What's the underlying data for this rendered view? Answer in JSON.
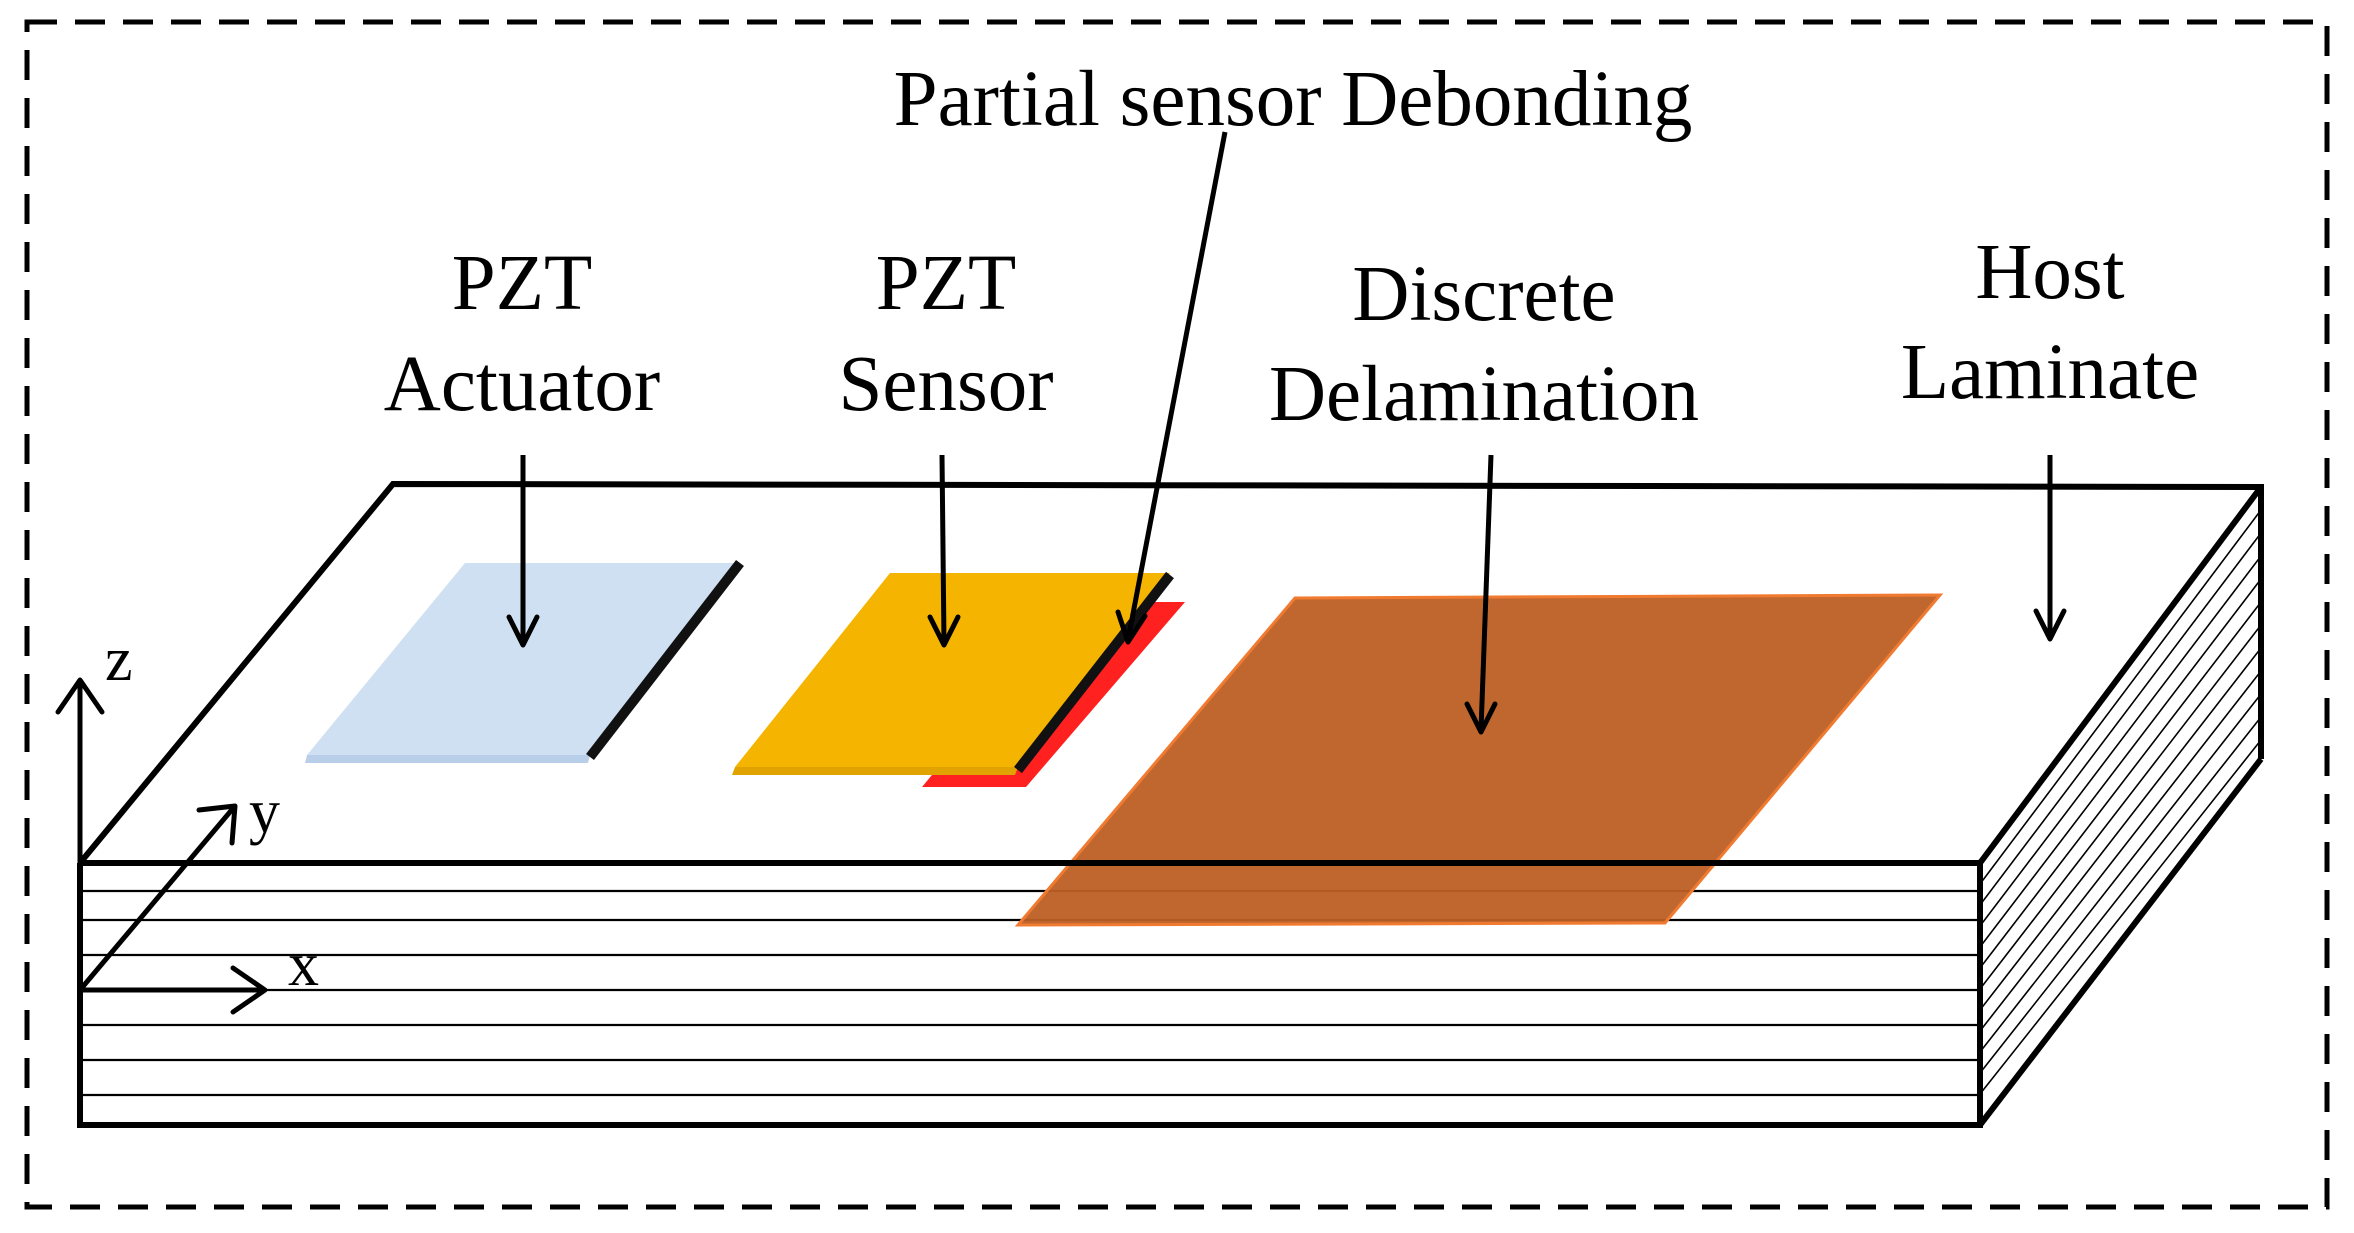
{
  "labels": {
    "debonding": "Partial sensor Debonding",
    "actuator_line1": "PZT",
    "actuator_line2": "Actuator",
    "sensor_line1": "PZT",
    "sensor_line2": "Sensor",
    "delam_line1": "Discrete",
    "delam_line2": "Delamination",
    "host_line1": "Host",
    "host_line2": "Laminate"
  },
  "axes": {
    "z": "z",
    "y": "y",
    "x": "x"
  },
  "colors": {
    "actuator": "#cfe0f3",
    "sensor": "#f5b400",
    "debond": "#ff2020",
    "delamination": "#bd5f24",
    "delamination_edge": "#f07a30",
    "line": "#000000"
  }
}
